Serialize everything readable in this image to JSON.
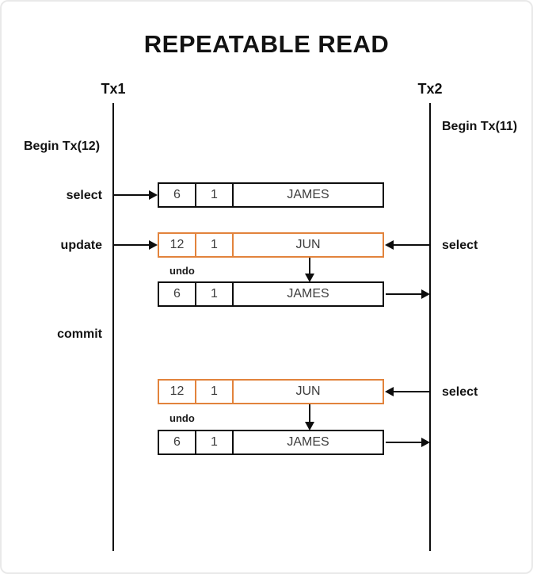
{
  "title": "REPEATABLE READ",
  "transactions": {
    "tx1": {
      "label": "Tx1",
      "begin": "Begin Tx(12)",
      "operations": {
        "select": "select",
        "update": "update",
        "commit": "commit"
      }
    },
    "tx2": {
      "label": "Tx2",
      "begin": "Begin Tx(11)",
      "operations": {
        "select1": "select",
        "select2": "select"
      }
    }
  },
  "undo": {
    "label1": "undo",
    "label2": "undo"
  },
  "records": [
    {
      "trx_id": "6",
      "roll_ptr": "1",
      "value": "JAMES",
      "variant": "committed"
    },
    {
      "trx_id": "12",
      "roll_ptr": "1",
      "value": "JUN",
      "variant": "new-version"
    },
    {
      "trx_id": "6",
      "roll_ptr": "1",
      "value": "JAMES",
      "variant": "undo-log"
    },
    {
      "trx_id": "12",
      "roll_ptr": "1",
      "value": "JUN",
      "variant": "new-version"
    },
    {
      "trx_id": "6",
      "roll_ptr": "1",
      "value": "JAMES",
      "variant": "undo-log"
    }
  ],
  "colors": {
    "accent_orange": "#E2833C",
    "line_black": "#0d0d0d",
    "frame_gray": "#e9e9e9"
  }
}
